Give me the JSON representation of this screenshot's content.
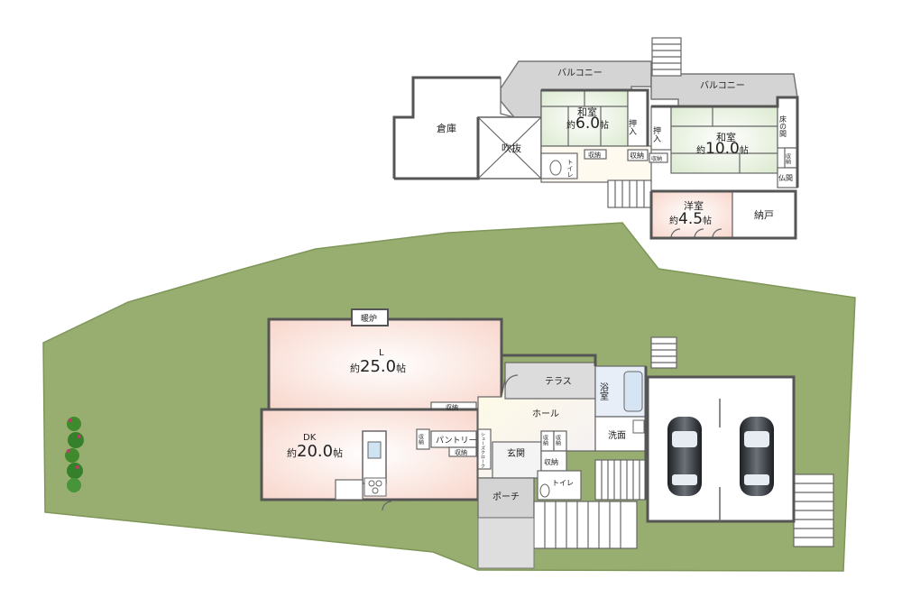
{
  "upper_floor": {
    "balcony_left": "バルコニー",
    "balcony_right": "バルコニー",
    "storage_warehouse": "倉庫",
    "atrium": "吹抜",
    "washitsu6": {
      "name": "和室",
      "prefix": "約",
      "size": "6.0",
      "unit": "帖"
    },
    "oshiire_a": "押入",
    "oshiire_b": "押入",
    "washitsu10": {
      "name": "和室",
      "prefix": "約",
      "size": "10.0",
      "unit": "帖"
    },
    "tokonoma": "床の間",
    "shuno_small": "収納",
    "butsuma": "仏間",
    "toilet": "トイレ",
    "shuno_a": "収納",
    "shuno_b": "収納",
    "shuno_c": "収納",
    "youshitsu": {
      "name": "洋室",
      "prefix": "約",
      "size": "4.5",
      "unit": "帖"
    },
    "nando": "納戸"
  },
  "lower_floor": {
    "fireplace": "暖炉",
    "living": {
      "name": "L",
      "prefix": "約",
      "size": "25.0",
      "unit": "帖"
    },
    "dining_kitchen": {
      "name": "DK",
      "prefix": "約",
      "size": "20.0",
      "unit": "帖"
    },
    "shuno_living": "収納",
    "terrace": "テラス",
    "hall": "ホール",
    "bath": "浴室",
    "washroom": "洗面",
    "pantry": "パントリー",
    "shuno_pantry": "収納",
    "shuno_left": "収納",
    "shoes_cloak": "シューズクローク",
    "entrance": "玄関",
    "shuno_entrance_a": "収納",
    "shuno_entrance_b": "収納",
    "shuno_entrance_c": "収納",
    "porch": "ポーチ",
    "toilet": "トイレ"
  },
  "colors": {
    "lawn": "#98ae70",
    "living_floor": "#f9ddd3",
    "tatami": "#e8f1dc",
    "hall_floor": "#fdf9e9",
    "balcony": "#d4d4d4",
    "wet_area": "#dde8f6",
    "car": "#2b2f33"
  }
}
